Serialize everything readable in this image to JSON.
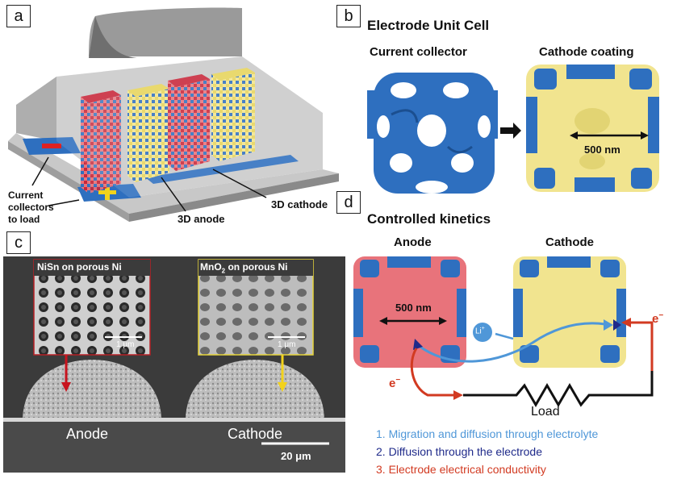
{
  "panels": {
    "a": "a",
    "b": "b",
    "c": "c",
    "d": "d"
  },
  "panel_a": {
    "current_collectors": [
      "Current",
      "collectors",
      "to load"
    ],
    "anode": "3D anode",
    "cathode": "3D cathode",
    "minus": "−",
    "plus": "+"
  },
  "panel_b": {
    "title": "Electrode Unit Cell",
    "collector": "Current collector",
    "coating": "Cathode coating",
    "scale": "500 nm"
  },
  "panel_c": {
    "inset_left_title": "NiSn on porous Ni",
    "inset_right_title_main": "MnO",
    "inset_right_title_sub": "2",
    "inset_right_title_rest": " on porous Ni",
    "inset_scale": "1 μm",
    "anode": "Anode",
    "cathode": "Cathode",
    "scale": "20 μm"
  },
  "panel_d": {
    "title": "Controlled kinetics",
    "anode": "Anode",
    "cathode": "Cathode",
    "scale": "500 nm",
    "li_ion": "Li",
    "li_charge": "+",
    "electron": "e",
    "electron_charge": "−",
    "load": "Load",
    "legend": [
      {
        "text": "1.   Migration and diffusion through electrolyte",
        "color": "#4f97d8"
      },
      {
        "text": "2.   Diffusion through the electrode",
        "color": "#1f2a8a"
      },
      {
        "text": "3.   Electrode electrical conductivity",
        "color": "#d23a21"
      }
    ]
  },
  "colors": {
    "anode_red": "#e8737b",
    "cathode_yellow": "#f1e48f",
    "collector_blue": "#2e6fbf"
  }
}
